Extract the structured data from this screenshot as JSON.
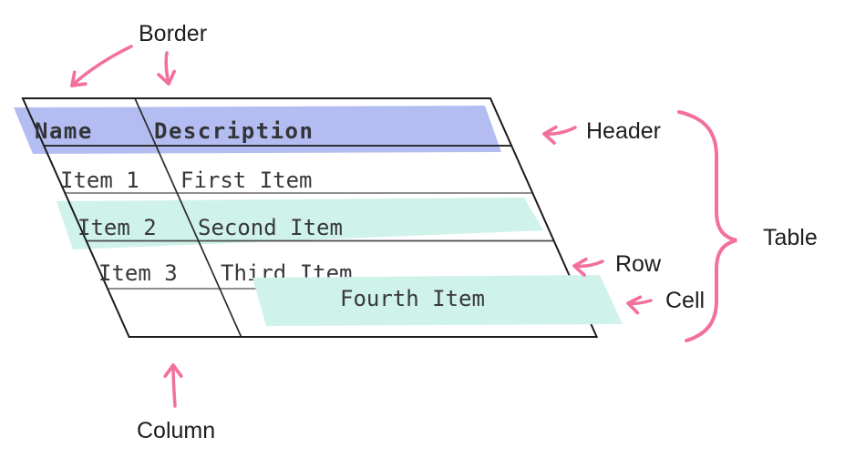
{
  "annotations": {
    "border": "Border",
    "header": "Header",
    "table": "Table",
    "row": "Row",
    "cell": "Cell",
    "column": "Column"
  },
  "table": {
    "columns": [
      "Name",
      "Description"
    ],
    "rows": [
      {
        "name": "Item 1",
        "description": "First Item"
      },
      {
        "name": "Item 2",
        "description": "Second Item"
      },
      {
        "name": "Item 3",
        "description": "Third Item"
      },
      {
        "name": "",
        "description": "Fourth Item"
      }
    ]
  },
  "colors": {
    "header_highlight": "#b4bdf1",
    "row_highlight": "#cff2ea",
    "cell_highlight": "#cff2ea",
    "arrow_pink": "#f2709d",
    "outer_border": "#1c1c1c",
    "grid_line": "#6a6a6a",
    "table_text": "#38383c",
    "label_text": "#1d1d20"
  }
}
